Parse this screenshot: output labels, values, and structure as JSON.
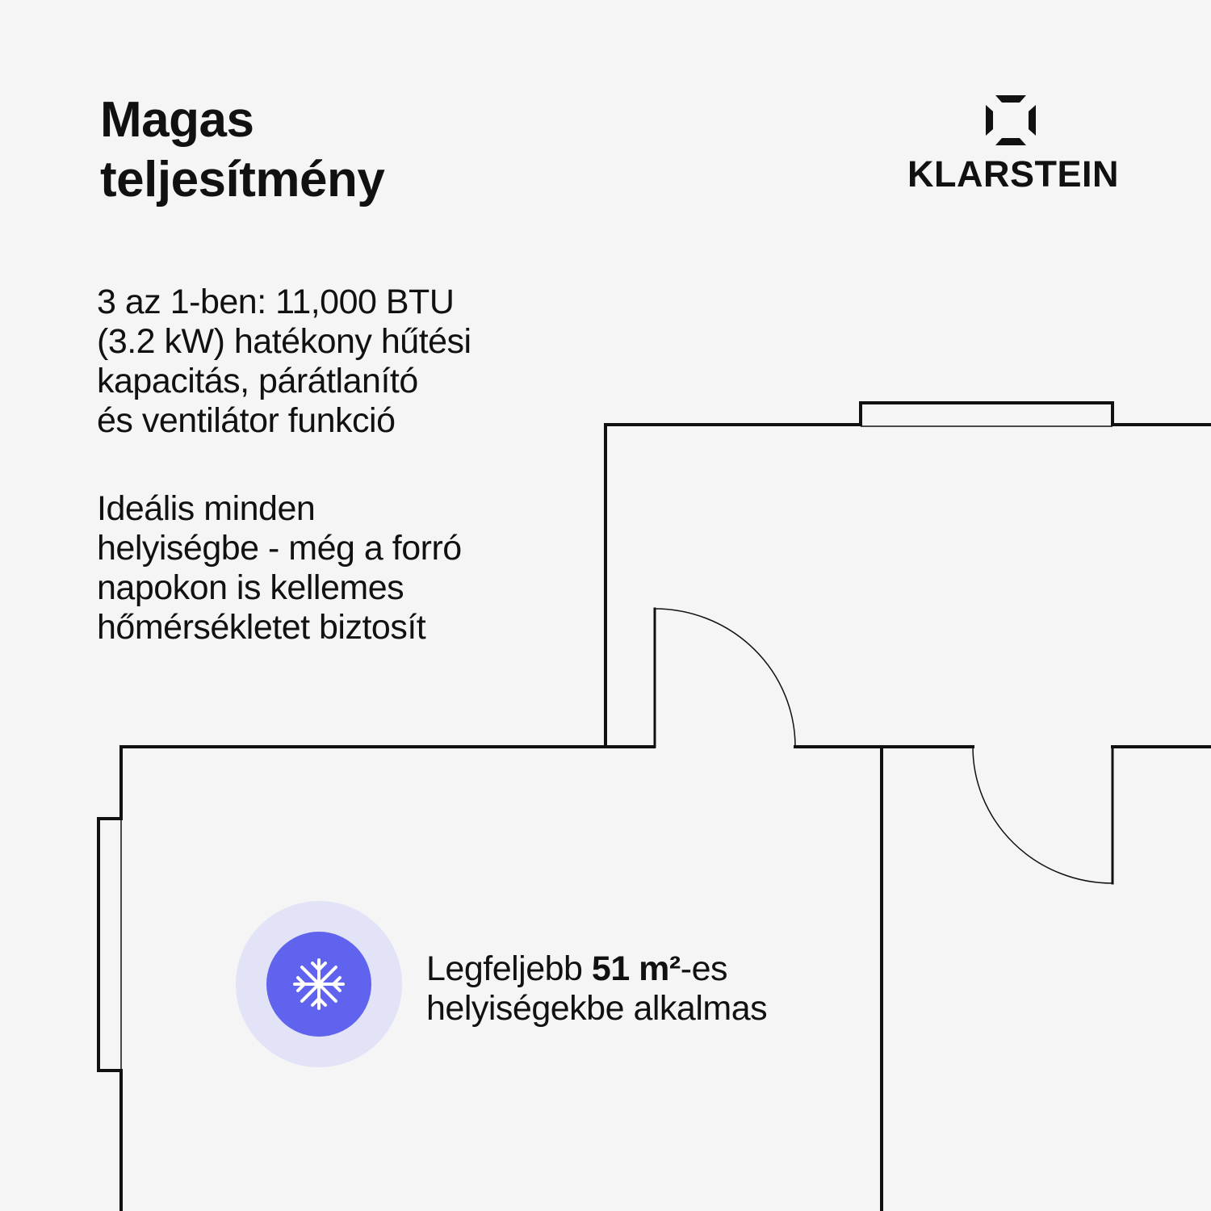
{
  "title": {
    "line1": "Magas",
    "line2": "teljesítmény"
  },
  "paragraph1": {
    "lines": [
      "3 az 1-ben: 11,000 BTU",
      "(3.2 kW) hatékony hűtési",
      "kapacitás, párátlanító",
      "és ventilátor funkció"
    ]
  },
  "paragraph2": {
    "lines": [
      "Ideális minden",
      "helyiségbe - még a forró",
      "napokon is kellemes",
      "hőmérsékletet biztosít"
    ]
  },
  "brand": {
    "name": "KLARSTEIN"
  },
  "feature": {
    "prefix": "Legfeljebb ",
    "highlight": "51 m²",
    "suffix": "-es",
    "line2": "helyiségekbe alkalmas"
  },
  "icons": {
    "badge": "snowflake-icon",
    "logo": "klarstein-logo-icon"
  },
  "colors": {
    "background": "#f5f5f5",
    "text": "#111111",
    "accent": "#5f63ee",
    "accent_light": "#e3e3f7"
  }
}
